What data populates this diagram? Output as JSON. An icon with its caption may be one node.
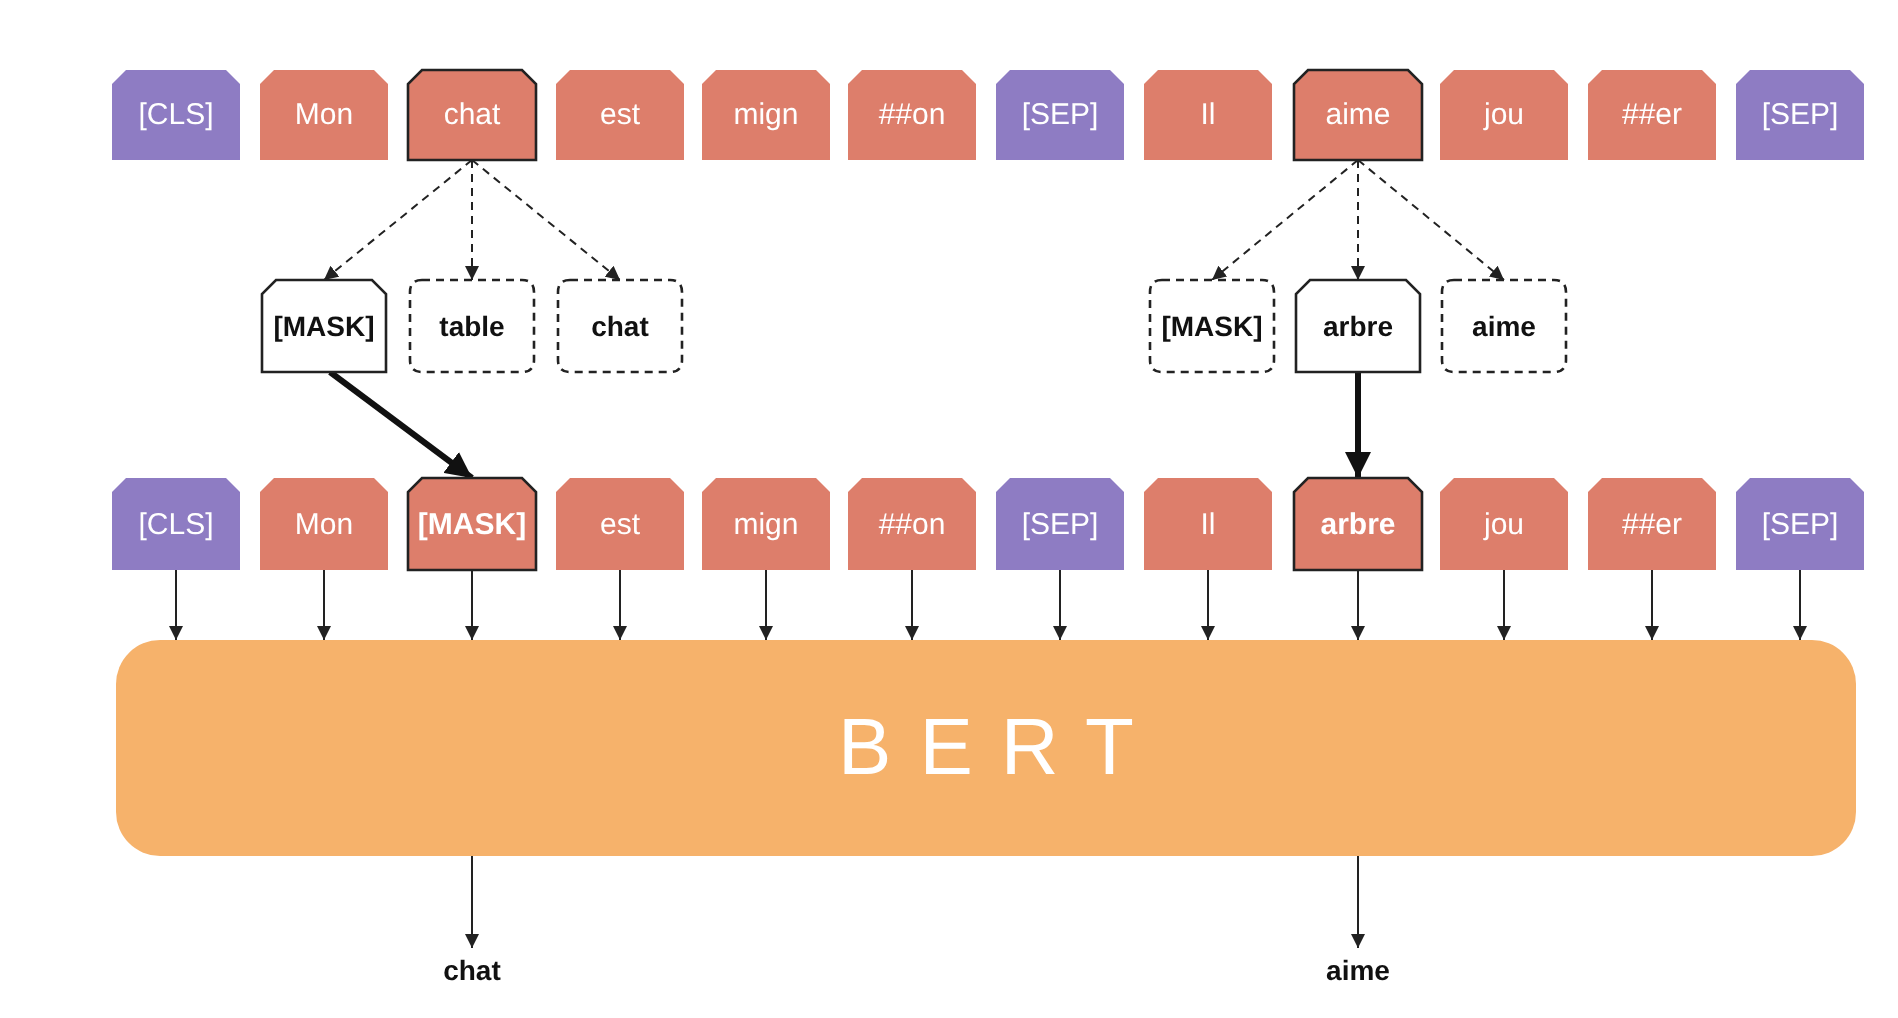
{
  "diagram": {
    "nodes": [
      {
        "text": [
          "[CLS]"
        ]
      },
      {
        "text": [
          "Mon"
        ]
      },
      {
        "text": [
          "chat"
        ]
      },
      {
        "text": [
          "est"
        ]
      },
      {
        "text": [
          "mign"
        ]
      },
      {
        "text": [
          "##on"
        ]
      },
      {
        "text": [
          "[SEP]"
        ]
      },
      {
        "text": [
          "Il"
        ]
      },
      {
        "text": [
          "aime"
        ]
      },
      {
        "text": [
          "jou"
        ]
      },
      {
        "text": [
          "##er"
        ]
      },
      {
        "text": [
          "[SEP]"
        ]
      },
      {
        "text": [
          "[MASK]"
        ]
      },
      {
        "text": [
          "table"
        ]
      },
      {
        "text": [
          "chat"
        ]
      },
      {
        "text": [
          "[MASK]"
        ]
      },
      {
        "text": [
          "arbre"
        ]
      },
      {
        "text": [
          "aime"
        ]
      },
      {
        "text": [
          "[CLS]"
        ]
      },
      {
        "text": [
          "Mon"
        ]
      },
      {
        "text": [
          "[MASK]"
        ]
      },
      {
        "text": [
          "est"
        ]
      },
      {
        "text": [
          "mign"
        ]
      },
      {
        "text": [
          "##on"
        ]
      },
      {
        "text": [
          "[SEP]"
        ]
      },
      {
        "text": [
          "Il"
        ]
      },
      {
        "text": [
          "arbre"
        ]
      },
      {
        "text": [
          "jou"
        ]
      },
      {
        "text": [
          "##er"
        ]
      },
      {
        "text": [
          "[SEP]"
        ]
      },
      {
        "text": [
          "BERT"
        ]
      },
      {
        "text": [
          "chat"
        ]
      },
      {
        "text": [
          "aime"
        ]
      }
    ],
    "edges": [
      {
        "from": 2,
        "to": 12,
        "arrow": "to",
        "style": "dashed"
      },
      {
        "from": 2,
        "to": 13,
        "arrow": "to",
        "style": "dashed"
      },
      {
        "from": 2,
        "to": 14,
        "arrow": "to",
        "style": "dashed"
      },
      {
        "from": 8,
        "to": 15,
        "arrow": "to",
        "style": "dashed"
      },
      {
        "from": 8,
        "to": 16,
        "arrow": "to",
        "style": "dashed"
      },
      {
        "from": 8,
        "to": 17,
        "arrow": "to",
        "style": "dashed"
      },
      {
        "from": 12,
        "to": 20,
        "arrow": "to",
        "style": "thick"
      },
      {
        "from": 16,
        "to": 26,
        "arrow": "to",
        "style": "thick"
      },
      {
        "from": 18,
        "to": 30,
        "arrow": "to"
      },
      {
        "from": 19,
        "to": 30,
        "arrow": "to"
      },
      {
        "from": 20,
        "to": 30,
        "arrow": "to"
      },
      {
        "from": 21,
        "to": 30,
        "arrow": "to"
      },
      {
        "from": 22,
        "to": 30,
        "arrow": "to"
      },
      {
        "from": 23,
        "to": 30,
        "arrow": "to"
      },
      {
        "from": 24,
        "to": 30,
        "arrow": "to"
      },
      {
        "from": 25,
        "to": 30,
        "arrow": "to"
      },
      {
        "from": 26,
        "to": 30,
        "arrow": "to"
      },
      {
        "from": 27,
        "to": 30,
        "arrow": "to"
      },
      {
        "from": 28,
        "to": 30,
        "arrow": "to"
      },
      {
        "from": 29,
        "to": 30,
        "arrow": "to"
      },
      {
        "from": 30,
        "to": 31,
        "arrow": "to"
      },
      {
        "from": 30,
        "to": 32,
        "arrow": "to"
      }
    ]
  }
}
